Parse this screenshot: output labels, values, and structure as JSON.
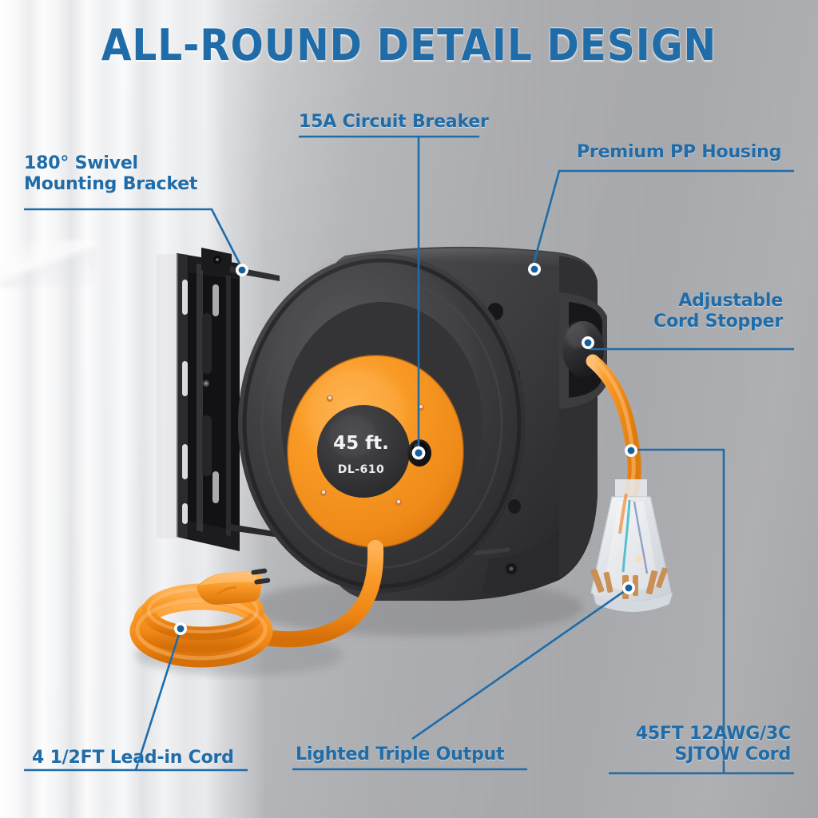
{
  "header": {
    "title": "ALL-ROUND DETAIL DESIGN"
  },
  "accent_color": "#1f6ca8",
  "colors": {
    "accent_blue": "#1f6ca8",
    "leader_blue": "#1f6ca8",
    "dot_core": "#1561a0",
    "reel_orange": "#f5941f",
    "cord_orange": "#f7941e",
    "housing_dark": "#3a3a3c",
    "bracket_black": "#17171a",
    "background_gray": "#aeafb2",
    "curtain_white": "#f7f7f8"
  },
  "callouts": [
    {
      "id": "swivel-mounting-bracket",
      "label": "180° Swivel\nMounting Bracket",
      "align": "left"
    },
    {
      "id": "circuit-breaker",
      "label": "15A Circuit Breaker",
      "align": "left"
    },
    {
      "id": "pp-housing",
      "label": "Premium PP Housing",
      "align": "left"
    },
    {
      "id": "cord-stopper",
      "label": "Adjustable\nCord Stopper",
      "align": "right"
    },
    {
      "id": "lead-in-cord",
      "label": "4 1/2FT Lead-in Cord",
      "align": "left"
    },
    {
      "id": "triple-output",
      "label": "Lighted Triple Output",
      "align": "left"
    },
    {
      "id": "sjtow-cord",
      "label": "45FT 12AWG/3C\nSJTOW Cord",
      "align": "right"
    }
  ],
  "product": {
    "reel_hub": {
      "length_marking": "45 ft.",
      "model_marking": "DL-610"
    }
  }
}
